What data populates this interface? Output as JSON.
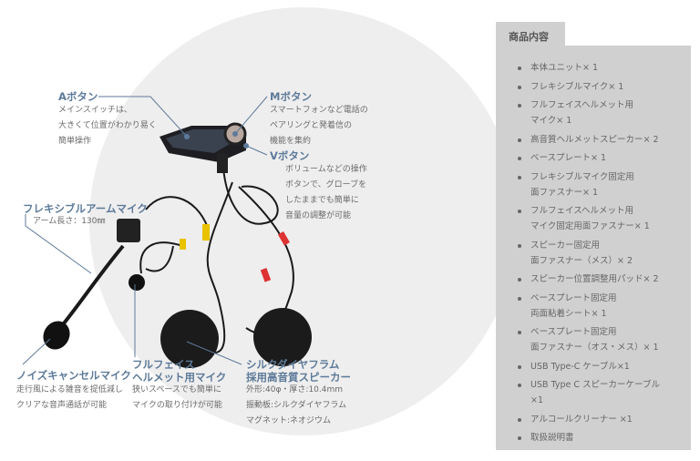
{
  "callouts": {
    "a_button": {
      "title": "Aボタン",
      "lines": [
        "メインスイッチは、",
        "大きくて位置がわかり易く",
        "簡単操作"
      ]
    },
    "m_button": {
      "title": "Mボタン",
      "lines": [
        "スマートフォンなど電話の",
        "ペアリングと発着信の",
        "機能を集約"
      ]
    },
    "v_button": {
      "title": "Vボタン",
      "lines": [
        "ボリュームなどの操作",
        "ボタンで、グローブを",
        "したままでも簡単に",
        "音量の調整が可能"
      ]
    },
    "arm_mic": {
      "title": "フレキシブルアームマイク",
      "lines": [
        "アーム長さ：130㎜"
      ]
    },
    "noise_mic": {
      "title": "ノイズキャンセルマイク",
      "lines": [
        "走行風による雑音を提低減し",
        "クリアな音声通話が可能"
      ]
    },
    "fullface_mic": {
      "title_lines": [
        "フルフェイス",
        "ヘルメット用マイク"
      ],
      "lines": [
        "狭いスペースでも簡単に",
        "マイクの取り付けが可能"
      ]
    },
    "speaker": {
      "title_lines": [
        "シルクダイヤフラム",
        "採用高音質スピーカー"
      ],
      "lines": [
        "外形:40φ・厚さ:10.4mm",
        "振動板:シルクダイヤフラム",
        "マグネット:ネオジウム"
      ]
    }
  },
  "contents": {
    "title": "商品内容",
    "items": [
      [
        "本体ユニット× 1"
      ],
      [
        "フレキシブルマイク× 1"
      ],
      [
        "フルフェイスヘルメット用",
        "マイク× 1"
      ],
      [
        "高音質ヘルメットスピーカー× 2"
      ],
      [
        "ベースプレート× 1"
      ],
      [
        "フレキシブルマイク固定用",
        "面ファスナー× 1"
      ],
      [
        "フルフェイスヘルメット用",
        "マイク固定用面ファスナー× 1"
      ],
      [
        "スピーカー固定用",
        "面ファスナー（メス）× 2"
      ],
      [
        "スピーカー位置調整用パッド× 2"
      ],
      [
        "ベースプレート固定用",
        "両面粘着シート× 1"
      ],
      [
        "ベースプレート固定用",
        "面ファスナー（オス・メス）× 1"
      ],
      [
        "USB Type-C ケーブル×1"
      ],
      [
        "USB Type C スピーカーケーブル",
        "×1"
      ],
      [
        "アルコールクリーナー ×1"
      ],
      [
        "取扱説明書"
      ]
    ]
  },
  "colors": {
    "label": "#5d7a99",
    "panel": "#d0d0d0",
    "circle": "#eeeeee"
  }
}
